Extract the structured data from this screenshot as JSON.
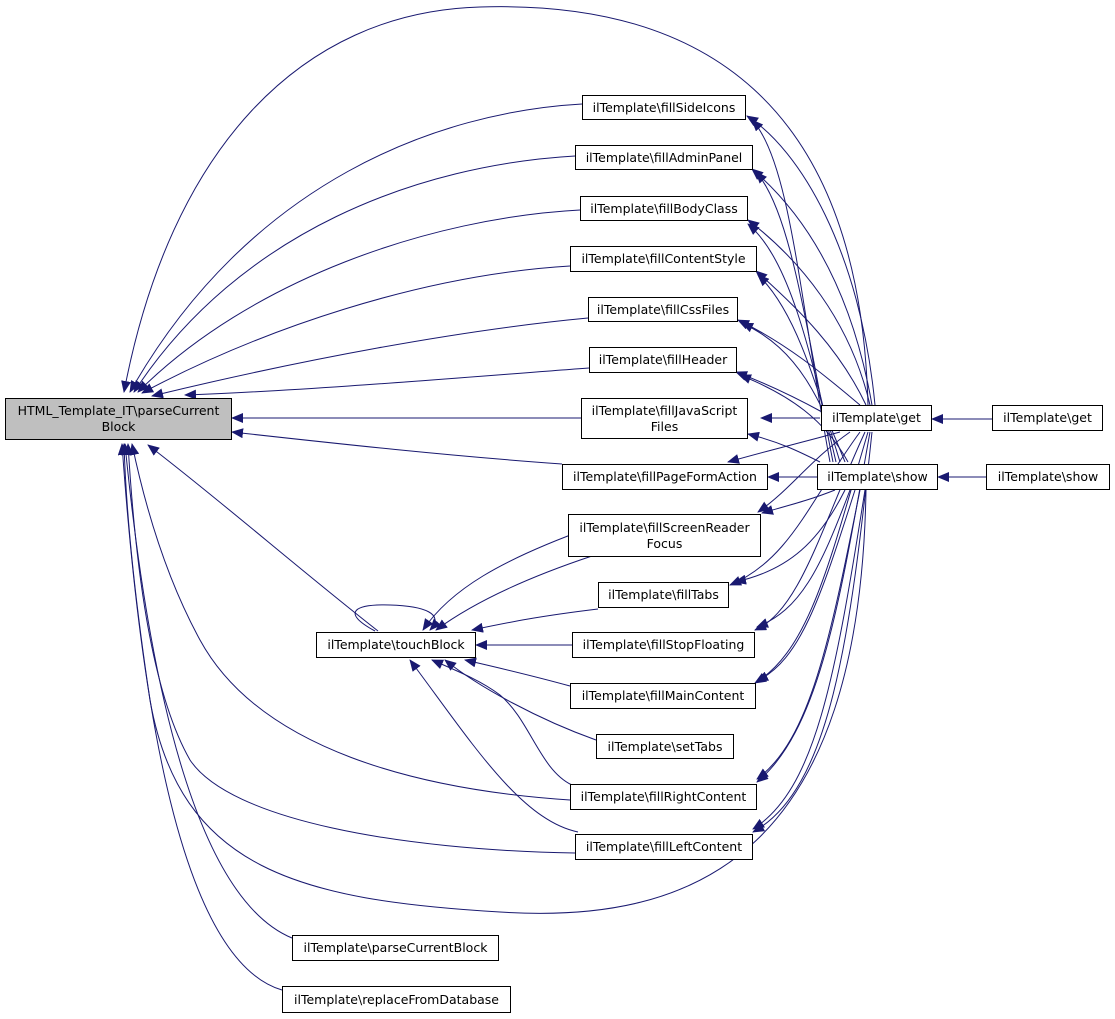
{
  "root": {
    "line1": "HTML_Template_IT\\parseCurrent",
    "line2": "Block"
  },
  "nodes": {
    "fillSideIcons": "ilTemplate\\fillSideIcons",
    "fillAdminPanel": "ilTemplate\\fillAdminPanel",
    "fillBodyClass": "ilTemplate\\fillBodyClass",
    "fillContentStyle": "ilTemplate\\fillContentStyle",
    "fillCssFiles": "ilTemplate\\fillCssFiles",
    "fillHeader": "ilTemplate\\fillHeader",
    "fillJavaScript": {
      "line1": "ilTemplate\\fillJavaScript",
      "line2": "Files"
    },
    "fillPageFormAction": "ilTemplate\\fillPageFormAction",
    "fillScreenReader": {
      "line1": "ilTemplate\\fillScreenReader",
      "line2": "Focus"
    },
    "fillTabs": "ilTemplate\\fillTabs",
    "fillStopFloating": "ilTemplate\\fillStopFloating",
    "fillMainContent": "ilTemplate\\fillMainContent",
    "setTabs": "ilTemplate\\setTabs",
    "fillRightContent": "ilTemplate\\fillRightContent",
    "fillLeftContent": "ilTemplate\\fillLeftContent",
    "touchBlock": "ilTemplate\\touchBlock",
    "get": "ilTemplate\\get",
    "show": "ilTemplate\\show",
    "get2": "ilTemplate\\get",
    "show2": "ilTemplate\\show",
    "parseCurrentBlock": "ilTemplate\\parseCurrentBlock",
    "replaceFromDatabase": "ilTemplate\\replaceFromDatabase"
  },
  "colors": {
    "edge": "#191970",
    "root_fill": "#bfbfbf",
    "node_border": "#000000"
  }
}
